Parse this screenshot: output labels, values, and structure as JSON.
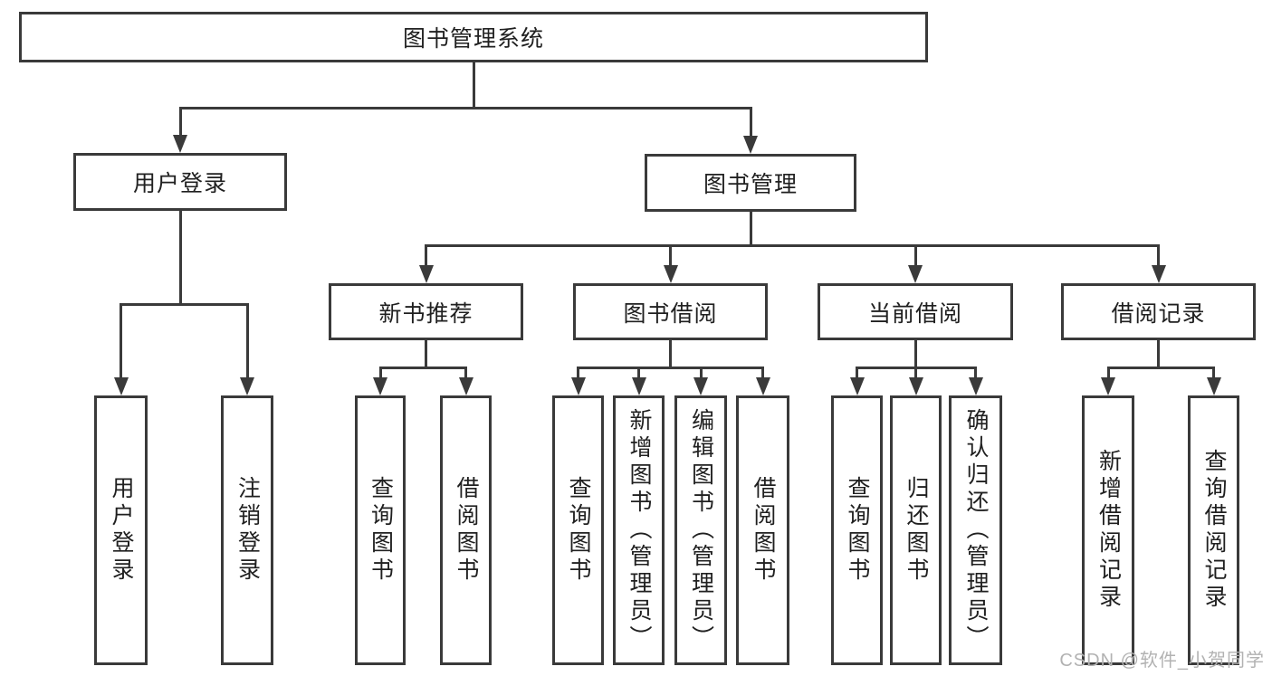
{
  "page": {
    "background": "#ffffff"
  },
  "diagram": {
    "type": "tree",
    "title": "图书管理系统",
    "line_color": "#3a3a3a",
    "text_color": "#202020",
    "box_fill": "#ffffff",
    "nodes": [
      {
        "id": "root",
        "label": "图书管理系统",
        "level": 1,
        "text_direction": "horizontal"
      },
      {
        "id": "user-login",
        "label": "用户登录",
        "level": 2,
        "text_direction": "horizontal"
      },
      {
        "id": "book-mgmt",
        "label": "图书管理",
        "level": 2,
        "text_direction": "horizontal"
      },
      {
        "id": "new-book",
        "label": "新书推荐",
        "level": 3,
        "text_direction": "horizontal"
      },
      {
        "id": "book-borrow",
        "label": "图书借阅",
        "level": 3,
        "text_direction": "horizontal"
      },
      {
        "id": "current-borrow",
        "label": "当前借阅",
        "level": 3,
        "text_direction": "horizontal"
      },
      {
        "id": "borrow-records",
        "label": "借阅记录",
        "level": 3,
        "text_direction": "horizontal"
      },
      {
        "id": "leaf-user-login",
        "label": "用户登录",
        "level": 4,
        "text_direction": "vertical"
      },
      {
        "id": "leaf-logout",
        "label": "注销登录",
        "level": 4,
        "text_direction": "vertical"
      },
      {
        "id": "leaf-nb-query",
        "label": "查询图书",
        "level": 4,
        "text_direction": "vertical"
      },
      {
        "id": "leaf-nb-borrow",
        "label": "借阅图书",
        "level": 4,
        "text_direction": "vertical"
      },
      {
        "id": "leaf-bb-query",
        "label": "查询图书",
        "level": 4,
        "text_direction": "vertical"
      },
      {
        "id": "leaf-bb-add",
        "label": "新增图书（管理员）",
        "level": 4,
        "text_direction": "vertical"
      },
      {
        "id": "leaf-bb-edit",
        "label": "编辑图书（管理员）",
        "level": 4,
        "text_direction": "vertical"
      },
      {
        "id": "leaf-bb-borrow",
        "label": "借阅图书",
        "level": 4,
        "text_direction": "vertical"
      },
      {
        "id": "leaf-cb-query",
        "label": "查询图书",
        "level": 4,
        "text_direction": "vertical"
      },
      {
        "id": "leaf-cb-return",
        "label": "归还图书",
        "level": 4,
        "text_direction": "vertical"
      },
      {
        "id": "leaf-cb-confirm",
        "label": "确认归还（管理员）",
        "level": 4,
        "text_direction": "vertical"
      },
      {
        "id": "leaf-br-add",
        "label": "新增借阅记录",
        "level": 4,
        "text_direction": "vertical"
      },
      {
        "id": "leaf-br-query",
        "label": "查询借阅记录",
        "level": 4,
        "text_direction": "vertical"
      }
    ],
    "edges": [
      {
        "parent": "root",
        "children": [
          "user-login",
          "book-mgmt"
        ]
      },
      {
        "parent": "user-login",
        "children": [
          "leaf-user-login",
          "leaf-logout"
        ]
      },
      {
        "parent": "book-mgmt",
        "children": [
          "new-book",
          "book-borrow",
          "current-borrow",
          "borrow-records"
        ]
      },
      {
        "parent": "new-book",
        "children": [
          "leaf-nb-query",
          "leaf-nb-borrow"
        ]
      },
      {
        "parent": "book-borrow",
        "children": [
          "leaf-bb-query",
          "leaf-bb-add",
          "leaf-bb-edit",
          "leaf-bb-borrow"
        ]
      },
      {
        "parent": "current-borrow",
        "children": [
          "leaf-cb-query",
          "leaf-cb-return",
          "leaf-cb-confirm"
        ]
      },
      {
        "parent": "borrow-records",
        "children": [
          "leaf-br-add",
          "leaf-br-query"
        ]
      }
    ]
  },
  "watermark": {
    "text": "CSDN @软件_小贺同学",
    "color": "#b2b2b2"
  }
}
